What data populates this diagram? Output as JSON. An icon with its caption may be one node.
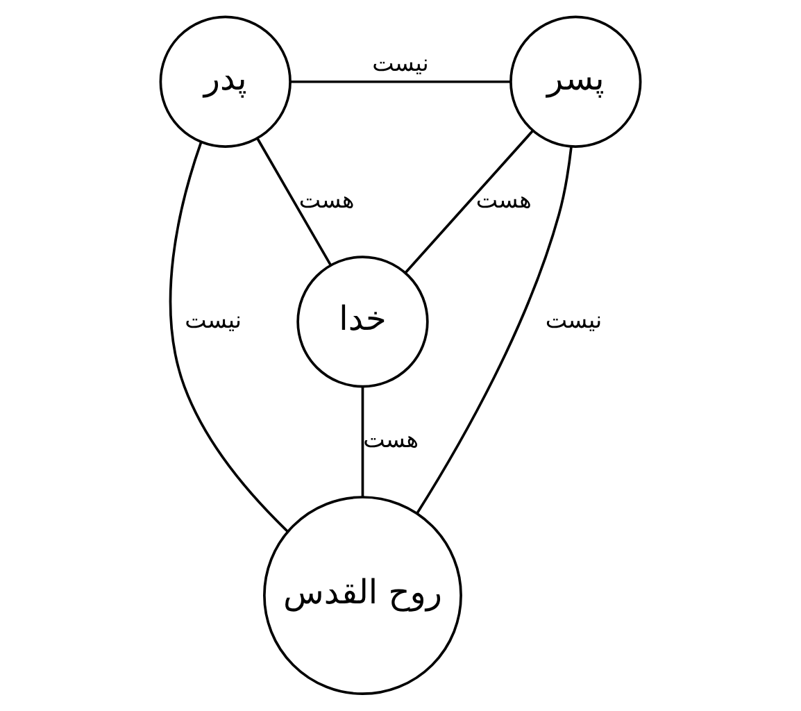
{
  "diagram": {
    "nodes": [
      {
        "text": [
          "پدر"
        ]
      },
      {
        "text": [
          "پسر"
        ]
      },
      {
        "text": [
          "خدا"
        ]
      },
      {
        "text": [
          "روح القدس"
        ]
      }
    ],
    "edges": [
      {
        "from": 0,
        "to": 1,
        "arrow": "none",
        "label": "نیست"
      },
      {
        "from": 0,
        "to": 2,
        "arrow": "none",
        "label": "هست"
      },
      {
        "from": 1,
        "to": 2,
        "arrow": "none",
        "label": "هست"
      },
      {
        "from": 0,
        "to": 3,
        "arrow": "none",
        "label": "نیست"
      },
      {
        "from": 2,
        "to": 3,
        "arrow": "none",
        "label": "هست"
      },
      {
        "from": 1,
        "to": 3,
        "arrow": "none",
        "label": "نیست"
      }
    ]
  }
}
